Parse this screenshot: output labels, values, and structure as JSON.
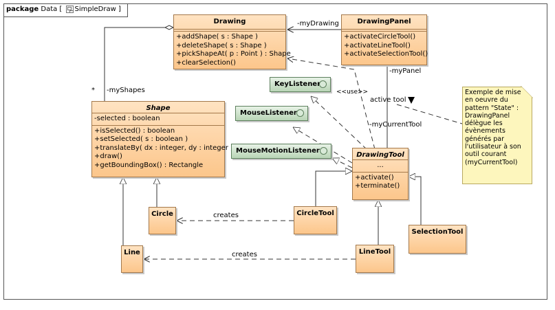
{
  "package": {
    "keyword": "package",
    "name": "Data [",
    "diagram_name": "SimpleDraw",
    "close": "]"
  },
  "classes": {
    "drawing": {
      "name": "Drawing",
      "operations": [
        "+addShape( s : Shape )",
        "+deleteShape( s : Shape )",
        "+pickShapeAt( p : Point ) : Shape",
        "+clearSelection()"
      ]
    },
    "drawing_panel": {
      "name": "DrawingPanel",
      "operations": [
        "+activateCircleTool()",
        "+activateLineTool()",
        "+activateSelectionTool()"
      ]
    },
    "shape": {
      "name": "Shape",
      "attributes": [
        "-selected : boolean"
      ],
      "operations": [
        "+isSelected() : boolean",
        "+setSelected( s : boolean )",
        "+translateBy( dx : integer, dy : integer )",
        "+draw()",
        "+getBoundingBox() : Rectangle"
      ]
    },
    "drawing_tool": {
      "name": "DrawingTool",
      "attributes": [
        "..."
      ],
      "operations": [
        "+activate()",
        "+terminate()"
      ]
    },
    "circle": {
      "name": "Circle"
    },
    "line": {
      "name": "Line"
    },
    "circle_tool": {
      "name": "CircleTool"
    },
    "line_tool": {
      "name": "LineTool"
    },
    "selection_tool": {
      "name": "SelectionTool"
    }
  },
  "interfaces": {
    "key_listener": "KeyListener",
    "mouse_listener": "MouseListener",
    "mouse_motion_listener": "MouseMotionListener"
  },
  "labels": {
    "my_drawing": "-myDrawing",
    "my_shapes": "-myShapes",
    "multiplicity_star": "*",
    "my_panel": "-myPanel",
    "my_current_tool": "-myCurrentTool",
    "use": "<<use>>",
    "active_tool": "active tool",
    "creates_circle": "creates",
    "creates_line": "creates"
  },
  "note": {
    "lines": [
      "Exemple de mise",
      "en oeuvre du",
      "pattern \"State\" :",
      "DrawingPanel",
      "délègue les",
      "évènements",
      "générés par",
      "l'utilisateur à son",
      "outil courant",
      "(myCurrentTool)"
    ]
  }
}
